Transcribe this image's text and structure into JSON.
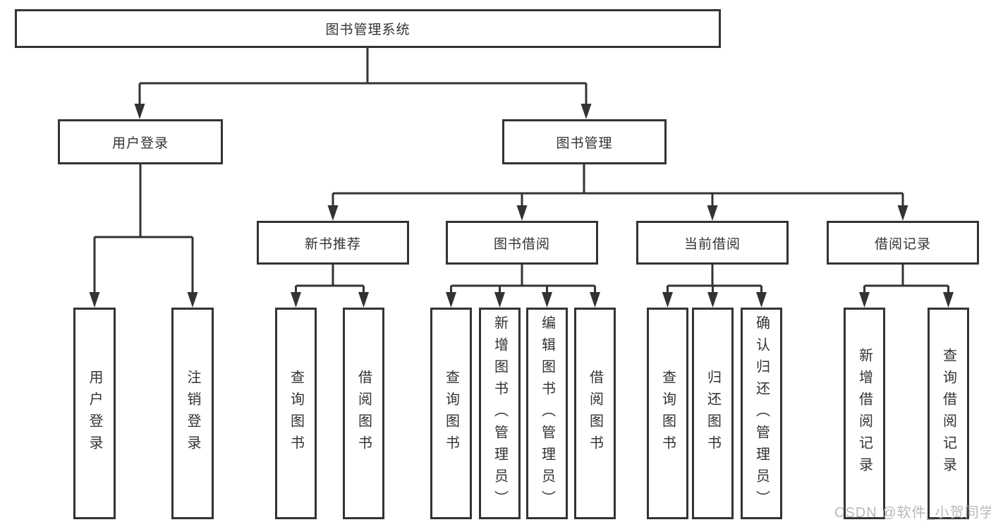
{
  "diagram": {
    "title": "图书管理系统",
    "branches": [
      {
        "label": "用户登录",
        "leaves": [
          {
            "label": "用户登录"
          },
          {
            "label": "注销登录"
          }
        ]
      },
      {
        "label": "图书管理",
        "groups": [
          {
            "label": "新书推荐",
            "leaves": [
              {
                "label": "查询图书"
              },
              {
                "label": "借阅图书"
              }
            ]
          },
          {
            "label": "图书借阅",
            "leaves": [
              {
                "label": "查询图书"
              },
              {
                "label": "新增图书（管理员）"
              },
              {
                "label": "编辑图书（管理员）"
              },
              {
                "label": "借阅图书"
              }
            ]
          },
          {
            "label": "当前借阅",
            "leaves": [
              {
                "label": "查询图书"
              },
              {
                "label": "归还图书"
              },
              {
                "label": "确认归还（管理员）"
              }
            ]
          },
          {
            "label": "借阅记录",
            "leaves": [
              {
                "label": "新增借阅记录"
              },
              {
                "label": "查询借阅记录"
              }
            ]
          }
        ]
      }
    ],
    "colors": {
      "line": "#333333",
      "border": "#333333",
      "text": "#333333",
      "background": "#ffffff",
      "watermark": "#b2b2b2"
    }
  },
  "watermark": {
    "text": "CSDN @软件_小贺同学"
  }
}
